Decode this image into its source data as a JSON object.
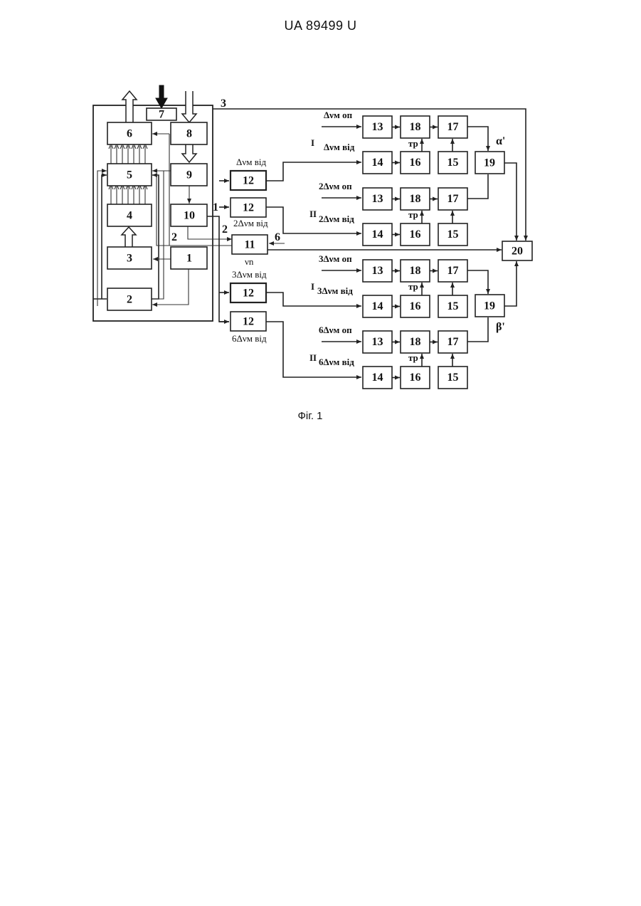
{
  "header": "UA   89499   U",
  "caption": "Фіг. 1",
  "blocks": {
    "b1": "1",
    "b2": "2",
    "b3": "3",
    "b4": "4",
    "b5": "5",
    "b6": "6",
    "b7": "7",
    "b8": "8",
    "b9": "9",
    "b10": "10",
    "b11": "11",
    "b12": "12",
    "b13": "13",
    "b14": "14",
    "b15": "15",
    "b16": "16",
    "b17": "17",
    "b18": "18",
    "b19": "19",
    "b20": "20"
  },
  "labels": {
    "line3": "3",
    "in1": "1",
    "in2a": "2",
    "in2b": "2",
    "in6": "6",
    "vn": "νn",
    "tr": "тр",
    "alpha": "α'",
    "beta": "β'",
    "roman_i": "I",
    "roman_ii": "II",
    "dv_vid": "Δνм від",
    "dv2_vid": "2Δνм від",
    "dv3_vid": "3Δνм від",
    "dv6_vid": "6Δνм від",
    "g1_op": "Δνм оп",
    "g1_vid": "Δνм від",
    "g2_op": "2Δνм оп",
    "g2_vid": "2Δνм від",
    "g3_op": "3Δνм оп",
    "g3_vid": "3Δνм від",
    "g4_op": "6Δνм оп",
    "g4_vid": "6Δνм від"
  }
}
